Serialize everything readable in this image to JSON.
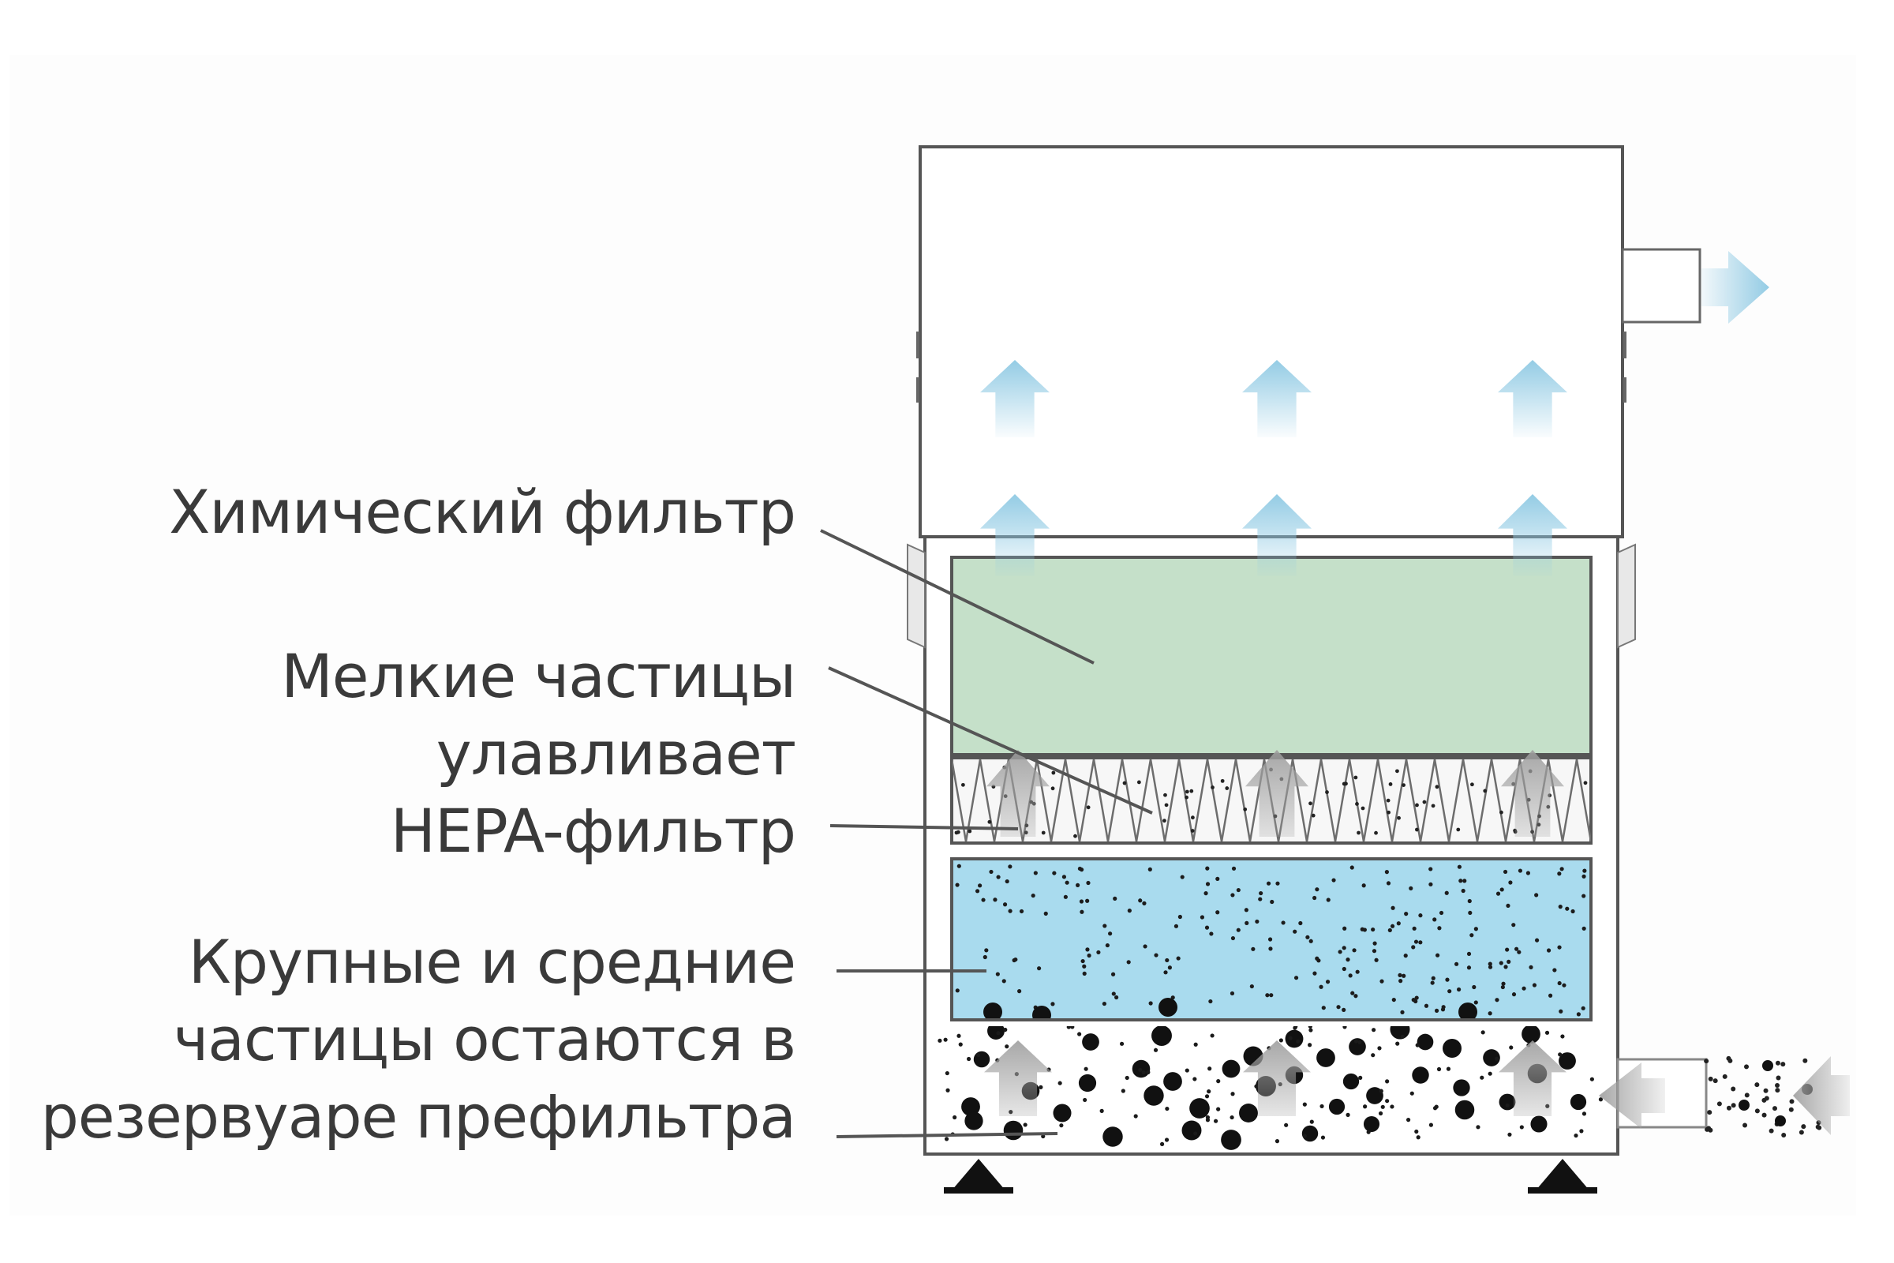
{
  "labels": {
    "chemical_filter": [
      "Химический фильтр"
    ],
    "hepa_filter": [
      "Мелкие частицы",
      "улавливает",
      "HEPA-фильтр"
    ],
    "prefilter": [
      "Крупные и средние",
      "частицы остаются в",
      "резервуаре префильтра"
    ]
  },
  "colors": {
    "chemical_layer": "#c5e0c9",
    "prefilter_layer": "#a9dbee",
    "clean_air_arrow": "#8ec9e3",
    "dirty_air_arrow": "#9e9e9e",
    "outline": "#555555",
    "text": "#3a3a3a"
  },
  "icons": {
    "clean_air": "arrow-up-icon",
    "exhaust": "arrow-right-icon",
    "intake": "arrow-left-icon",
    "support": "triangle-foot-icon"
  }
}
